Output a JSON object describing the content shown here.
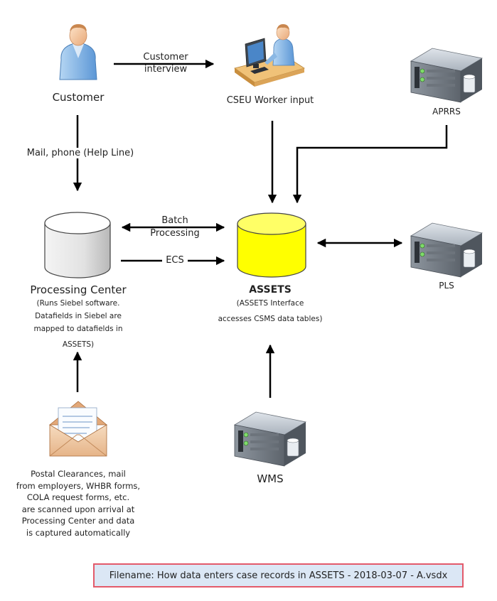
{
  "nodes": {
    "customer": {
      "label": "Customer",
      "icon": "person-icon"
    },
    "cseu_worker": {
      "label": "CSEU Worker input",
      "icon": "desk-worker-icon"
    },
    "aprrs": {
      "label": "APRRS",
      "icon": "server-icon"
    },
    "processing_center": {
      "label": "Processing Center",
      "note_lines": [
        "(Runs Siebel software.",
        "Datafields in Siebel are",
        "mapped to datafields in",
        "ASSETS)"
      ],
      "icon": "database-icon",
      "color": "#e8e8e8"
    },
    "assets": {
      "label": "ASSETS",
      "note_lines": [
        "(ASSETS Interface",
        "accesses CSMS data tables)"
      ],
      "icon": "database-icon",
      "color": "#ffff00"
    },
    "pls": {
      "label": "PLS",
      "icon": "server-icon"
    },
    "wms": {
      "label": "WMS",
      "icon": "server-icon"
    },
    "mail": {
      "icon": "envelope-icon",
      "caption_lines": [
        "Postal Clearances, mail",
        "from employers, WHBR forms,",
        "COLA request forms, etc.",
        "are scanned upon arrival at",
        "Processing Center and data",
        "is captured automatically"
      ]
    }
  },
  "edge_labels": {
    "customer_interview": [
      "Customer",
      "interview"
    ],
    "mail_phone": "Mail, phone (Help Line)",
    "batch_processing": [
      "Batch",
      "Processing"
    ],
    "ecs": "ECS"
  },
  "filename": "Filename:  How data enters case records in ASSETS - 2018-03-07 - A.vsdx"
}
